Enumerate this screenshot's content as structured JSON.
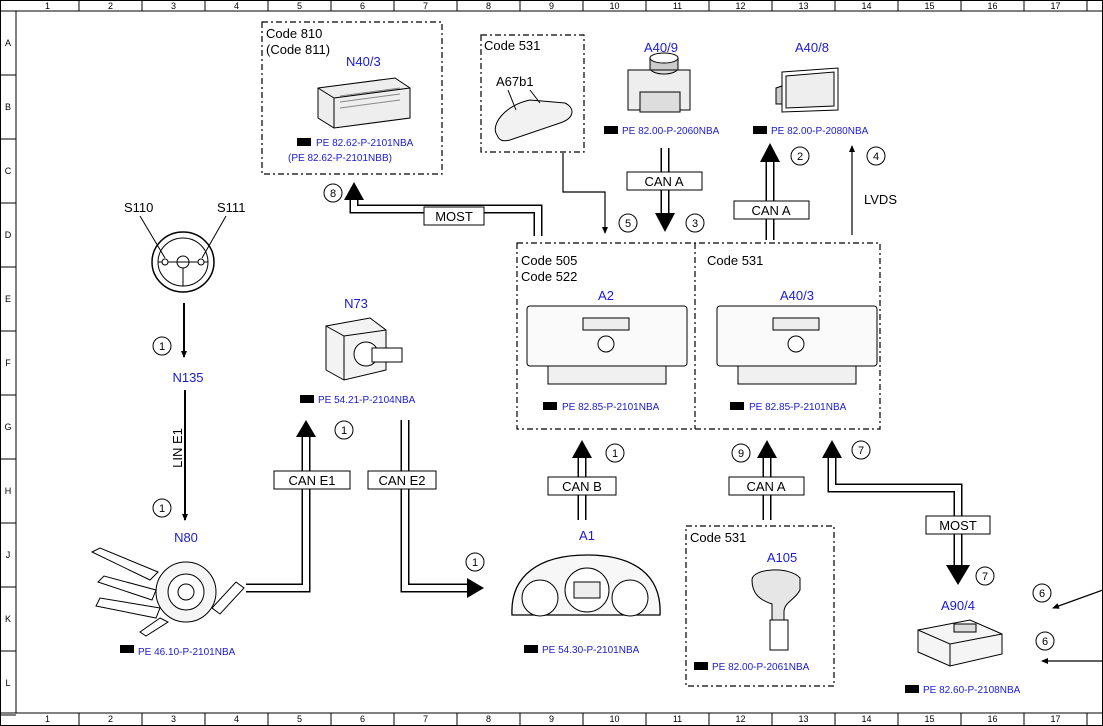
{
  "grid": {
    "columns": [
      "1",
      "2",
      "3",
      "4",
      "5",
      "6",
      "7",
      "8",
      "9",
      "10",
      "11",
      "12",
      "13",
      "14",
      "15",
      "16",
      "17"
    ],
    "rows": [
      "A",
      "B",
      "C",
      "D",
      "E",
      "F",
      "G",
      "H",
      "J",
      "K",
      "L"
    ]
  },
  "components": {
    "n40_3": {
      "code": "Code 810",
      "code_alt": "(Code 811)",
      "label": "N40/3",
      "ref1": "PE 82.62-P-2101NBA",
      "ref2": "(PE 82.62-P-2101NBB)"
    },
    "a67b1": {
      "code": "Code 531",
      "label": "A67b1"
    },
    "a40_9": {
      "label": "A40/9",
      "ref": "PE 82.00-P-2060NBA"
    },
    "a40_8": {
      "label": "A40/8",
      "ref": "PE 82.00-P-2080NBA"
    },
    "steering": {
      "left_label": "S110",
      "right_label": "S111"
    },
    "n135": {
      "label": "N135"
    },
    "n73": {
      "label": "N73",
      "ref": "PE 54.21-P-2104NBA"
    },
    "a2": {
      "code1": "Code 505",
      "code2": "Code 522",
      "label": "A2",
      "ref": "PE 82.85-P-2101NBA"
    },
    "a40_3": {
      "code": "Code 531",
      "label": "A40/3",
      "ref": "PE 82.85-P-2101NBA"
    },
    "n80": {
      "label": "N80",
      "ref": "PE 46.10-P-2101NBA"
    },
    "a1": {
      "label": "A1",
      "ref": "PE 54.30-P-2101NBA"
    },
    "a105": {
      "code": "Code 531",
      "label": "A105",
      "ref": "PE 82.00-P-2061NBA"
    },
    "a90_4": {
      "label": "A90/4",
      "ref": "PE 82.60-P-2108NBA"
    }
  },
  "buses": {
    "most_top": "MOST",
    "can_a_top": "CAN A",
    "can_a_right": "CAN A",
    "lvds": "LVDS",
    "lin_e1": "LIN E1",
    "can_e1": "CAN E1",
    "can_e2": "CAN E2",
    "can_b": "CAN B",
    "can_a_bottom": "CAN A",
    "most_bottom": "MOST"
  },
  "markers": {
    "m8": "8",
    "m5": "5",
    "m3": "3",
    "m2": "2",
    "m4": "4",
    "m1_n135": "1",
    "m1_n80": "1",
    "m1_n73": "1",
    "m1_a1": "1",
    "m1_canb": "1",
    "m9": "9",
    "m7_up": "7",
    "m7_down": "7",
    "m6_top": "6",
    "m6_bot": "6"
  }
}
